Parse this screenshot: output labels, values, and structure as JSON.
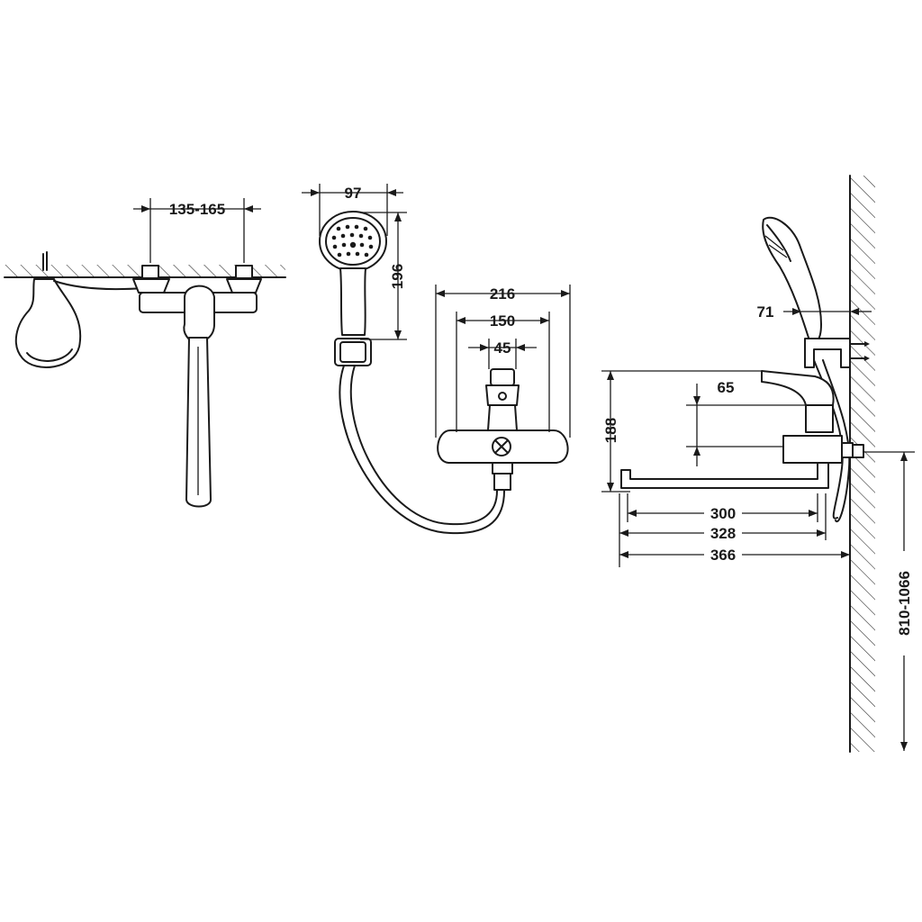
{
  "dimensions": {
    "inlet_spacing": "135-165",
    "head_diameter": "97",
    "handshower_length": "196",
    "body_outer": "216",
    "body_mid": "150",
    "body_core": "45",
    "spout_height_offset": "65",
    "mixer_height": "188",
    "holder_offset": "71",
    "spout_300": "300",
    "spout_328": "328",
    "spout_366": "366",
    "mount_height": "810-1066"
  }
}
